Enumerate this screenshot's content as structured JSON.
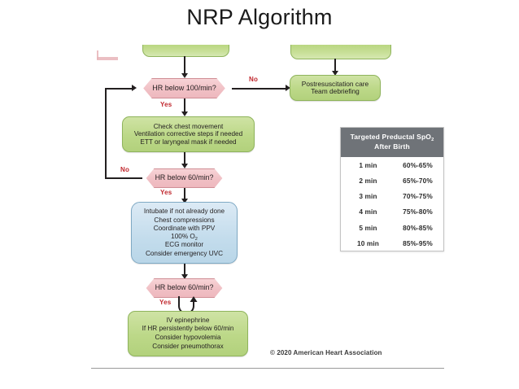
{
  "slide": {
    "title": "NRP Algorithm",
    "copyright": "© 2020 American Heart Association"
  },
  "colors": {
    "green_fill": "#c5dd9a",
    "green_border": "#8fb45c",
    "blue_fill": "#c7dceb",
    "blue_border": "#7fa9c4",
    "pink_fill": "#f0bfc4",
    "pink_border": "#d08f96",
    "label_red": "#c0272d",
    "table_header": "#6f7378",
    "connector": "#231f20",
    "rule": "#9a9a9a"
  },
  "flowchart": {
    "nodes": {
      "top_clipped_left": {
        "text": ""
      },
      "top_clipped_right": {
        "text": ""
      },
      "decision_hr100": {
        "label": "HR below 100/min?"
      },
      "postresuscitation": {
        "lines": [
          "Postresuscitation care",
          "Team debriefing"
        ]
      },
      "check_chest": {
        "lines": [
          "Check chest movement",
          "Ventilation corrective steps if needed",
          "ETT or laryngeal mask if needed"
        ]
      },
      "decision_hr60_first": {
        "label": "HR below 60/min?"
      },
      "intubate": {
        "lines": [
          "Intubate if not already done",
          "Chest compressions",
          "Coordinate with PPV",
          "100% O2",
          "ECG monitor",
          "Consider emergency UVC"
        ],
        "oxygen_line_prefix": "100% O",
        "oxygen_line_subscript": "2"
      },
      "decision_hr60_second": {
        "label": "HR below 60/min?"
      },
      "epinephrine": {
        "lines": [
          "IV epinephrine",
          "If HR persistently below 60/min",
          "Consider hypovolemia",
          "Consider pneumothorax"
        ]
      }
    },
    "edge_labels": {
      "hr100_no": "No",
      "hr100_yes": "Yes",
      "hr60_first_no": "No",
      "hr60_first_yes": "Yes",
      "hr60_second_yes": "Yes"
    }
  },
  "spo2_table": {
    "header_line1": "Targeted Preductal SpO",
    "header_subscript": "2",
    "header_line2": "After Birth",
    "rows": [
      {
        "time": "1 min",
        "range": "60%-65%"
      },
      {
        "time": "2 min",
        "range": "65%-70%"
      },
      {
        "time": "3 min",
        "range": "70%-75%"
      },
      {
        "time": "4 min",
        "range": "75%-80%"
      },
      {
        "time": "5 min",
        "range": "80%-85%"
      },
      {
        "time": "10 min",
        "range": "85%-95%"
      }
    ]
  }
}
